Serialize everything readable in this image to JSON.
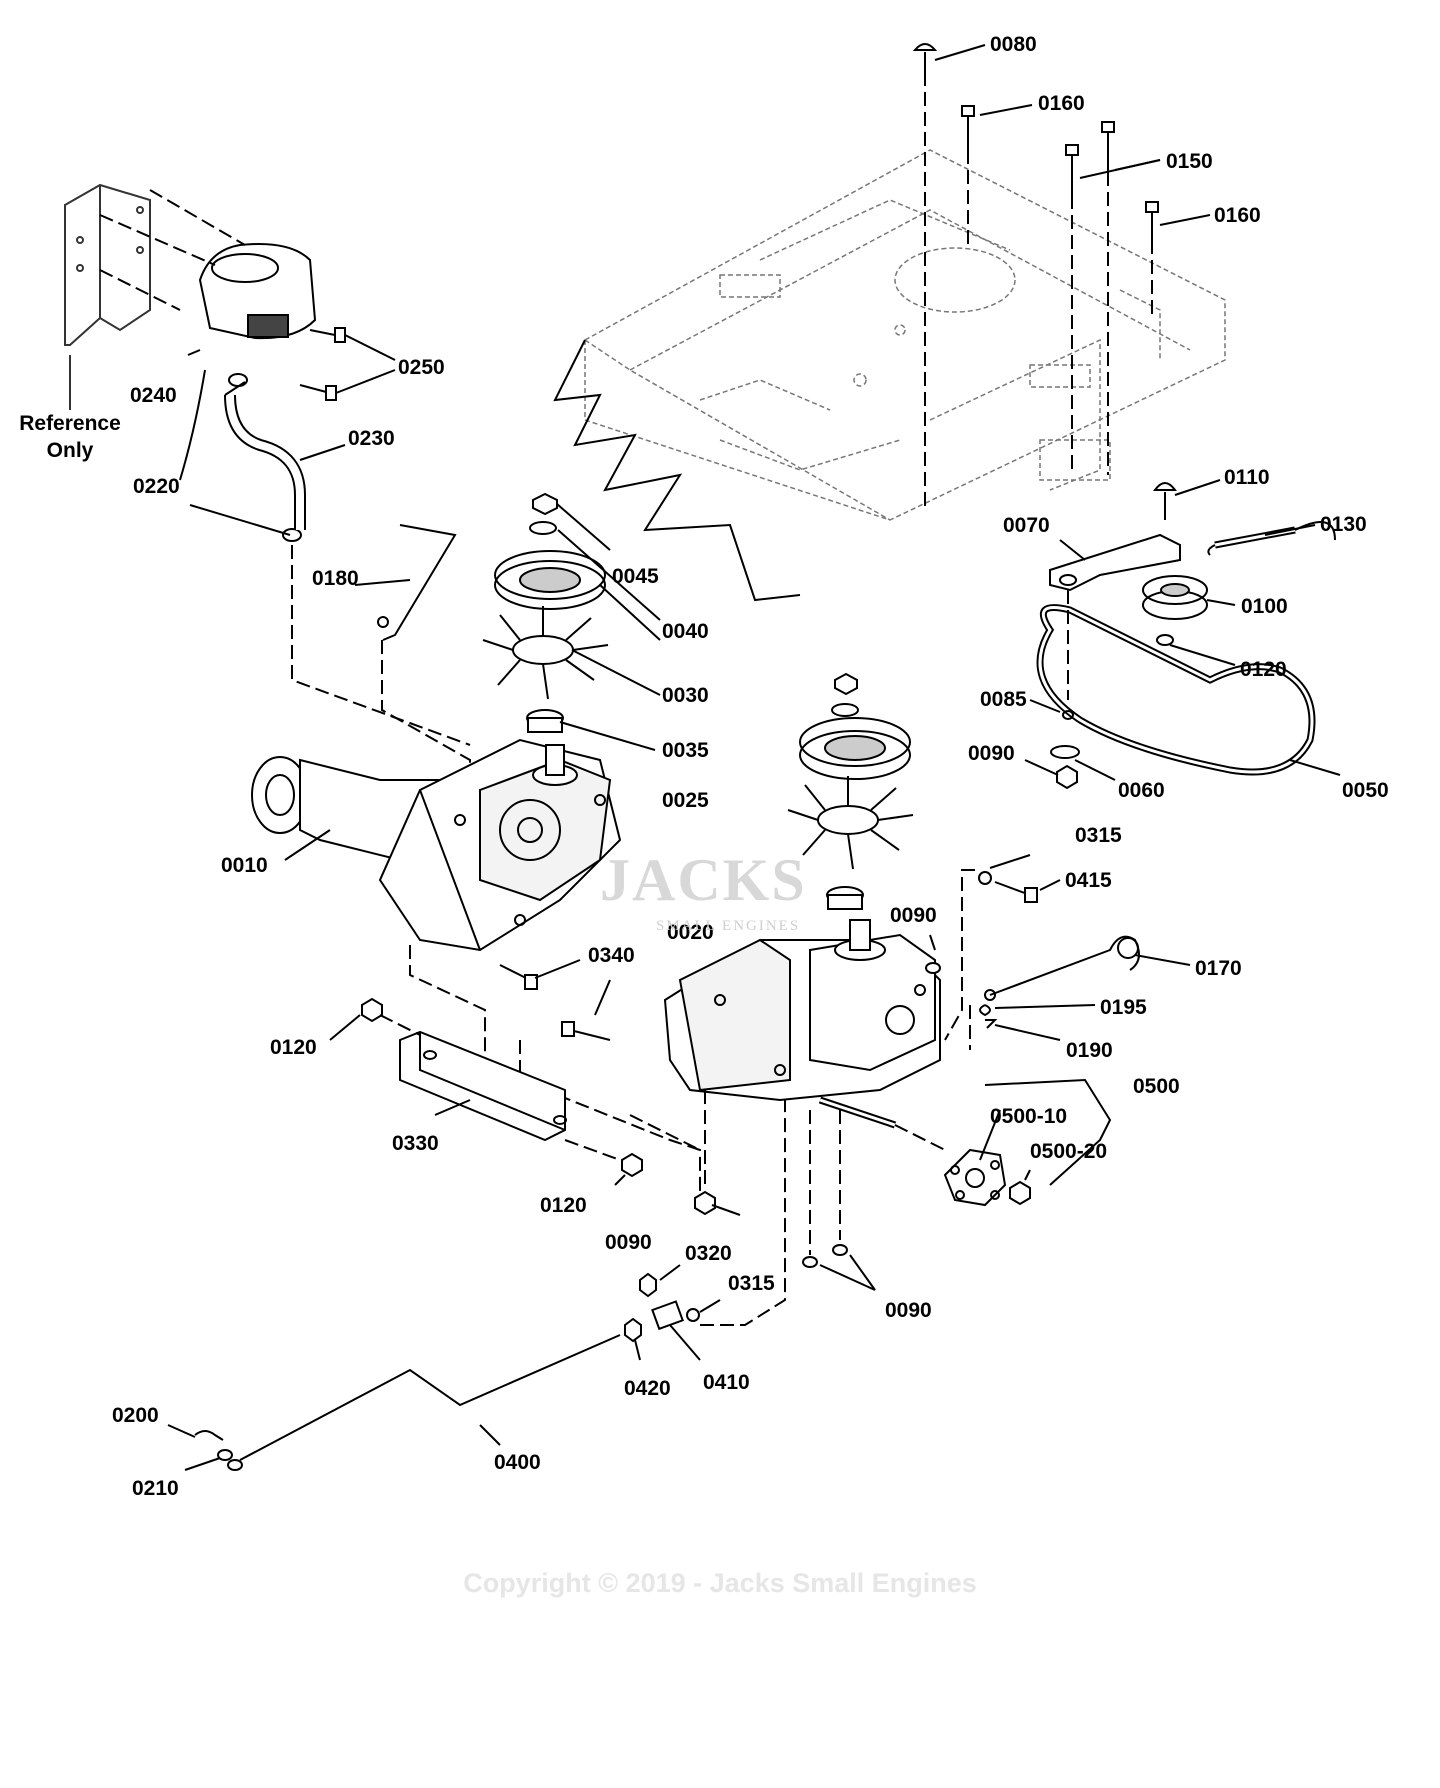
{
  "labels": {
    "p0080": "0080",
    "p0160a": "0160",
    "p0150": "0150",
    "p0160b": "0160",
    "p0250": "0250",
    "p0240": "0240",
    "p0230": "0230",
    "p0220": "0220",
    "p0110": "0110",
    "p0070": "0070",
    "p0130": "0130",
    "p0180": "0180",
    "p0045": "0045",
    "p0040": "0040",
    "p0030": "0030",
    "p0035": "0035",
    "p0025": "0025",
    "p0100": "0100",
    "p0120a": "0120",
    "p0085": "0085",
    "p0090a": "0090",
    "p0060": "0060",
    "p0050": "0050",
    "p0315a": "0315",
    "p0415": "0415",
    "p0010": "0010",
    "p0020": "0020",
    "p0090b": "0090",
    "p0340": "0340",
    "p0170": "0170",
    "p0195": "0195",
    "p0120b": "0120",
    "p0190": "0190",
    "p0500": "0500",
    "p0500_10": "0500-10",
    "p0500_20": "0500-20",
    "p0330": "0330",
    "p0120c": "0120",
    "p0090c": "0090",
    "p0320": "0320",
    "p0315b": "0315",
    "p0090d": "0090",
    "p0420": "0420",
    "p0410": "0410",
    "p0200": "0200",
    "p0210": "0210",
    "p0400": "0400"
  },
  "reference_note": "Reference Only",
  "watermark": "JACKS",
  "watermark_sub": "SMALL ENGINES",
  "copyright": "Copyright © 2019 - Jacks Small Engines",
  "colors": {
    "ink": "#000000",
    "frame": "#555555",
    "watermark": "#e6e6e6"
  }
}
